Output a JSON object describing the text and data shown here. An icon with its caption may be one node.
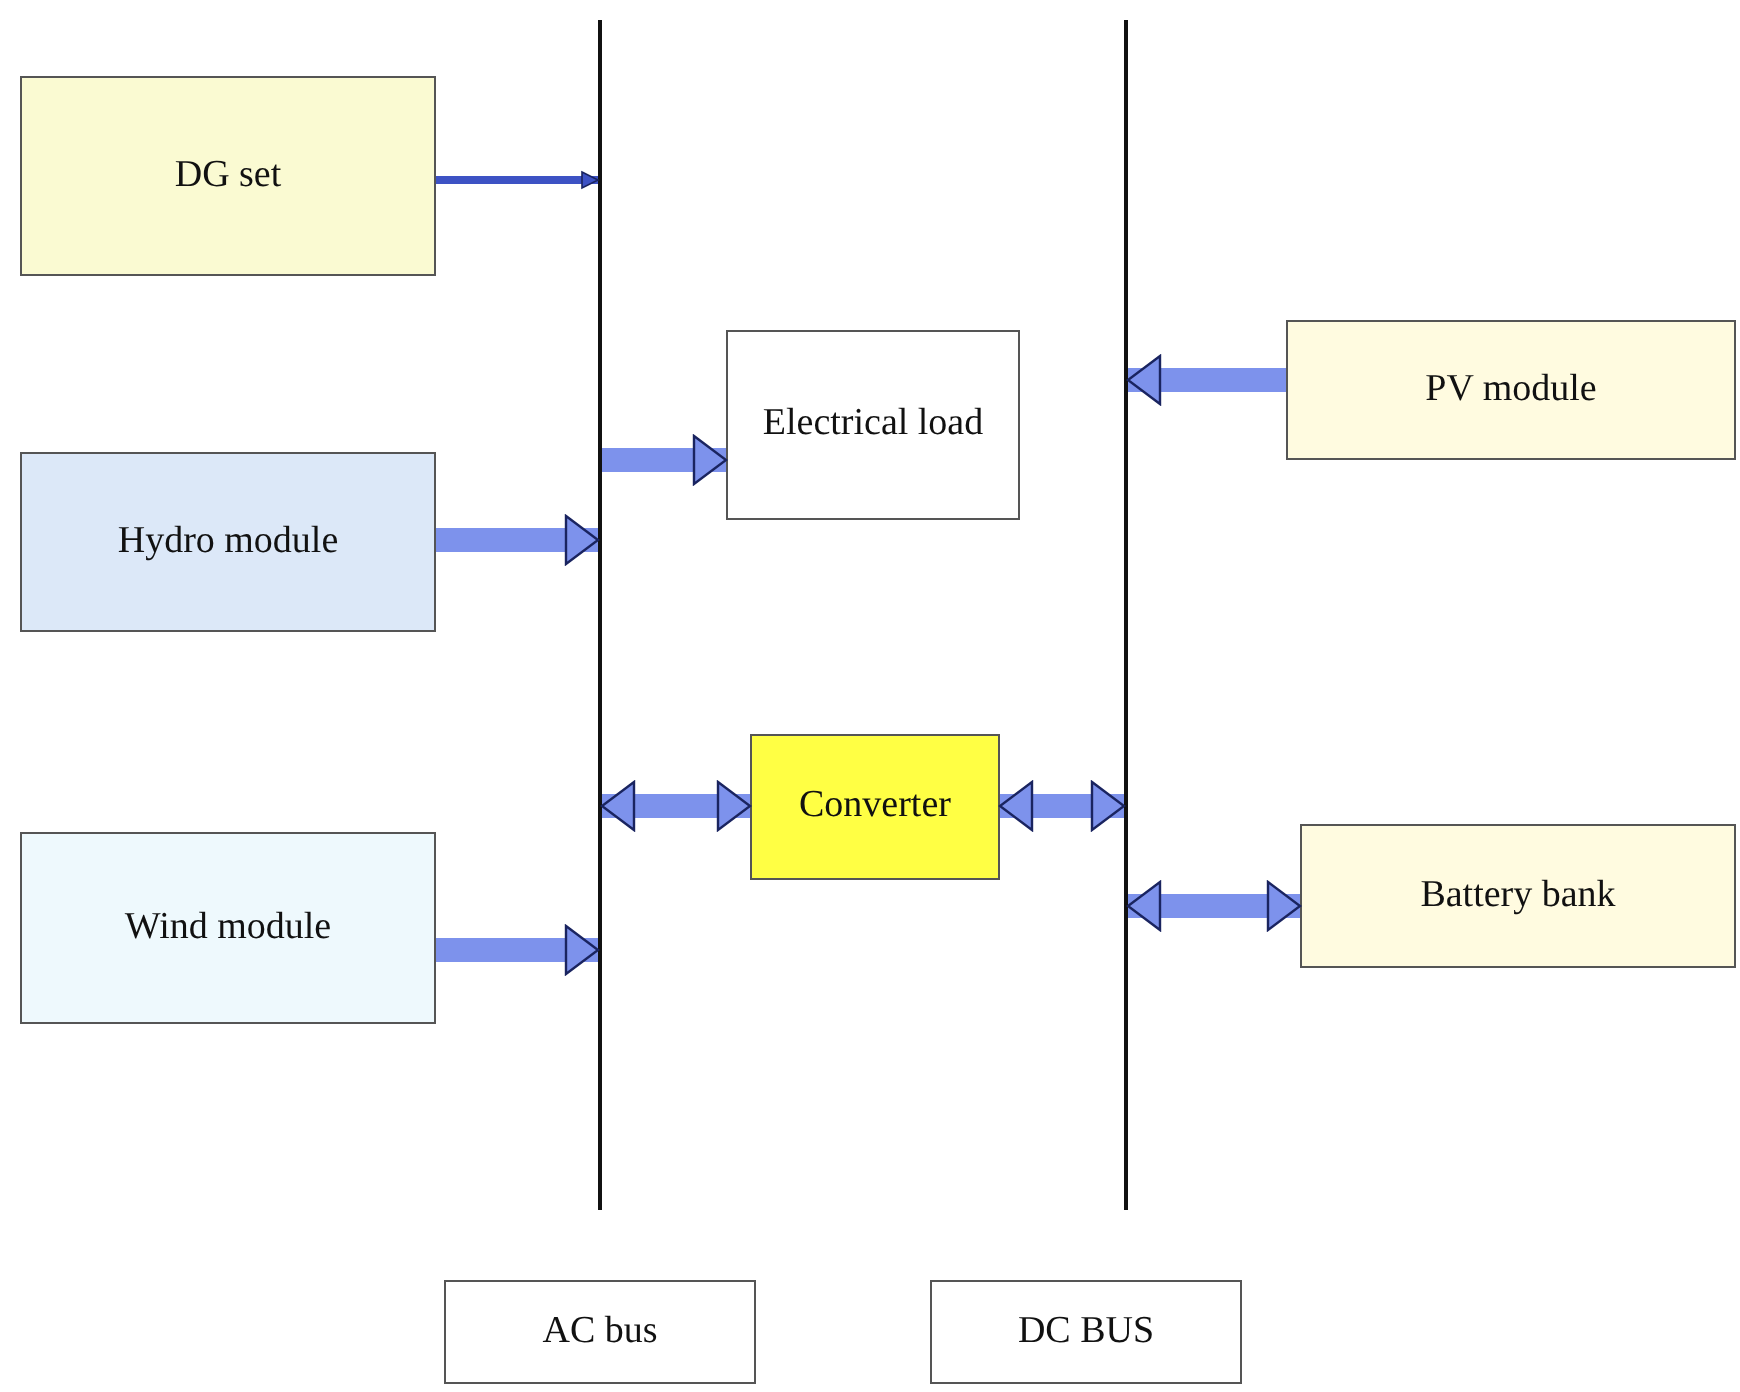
{
  "diagram": {
    "nodes": [
      {
        "text": [
          "DG set"
        ]
      },
      {
        "text": [
          "Hydro module"
        ]
      },
      {
        "text": [
          "Wind module"
        ]
      },
      {
        "text": [],
        "shape": "bar"
      },
      {
        "text": [
          "Electrical load"
        ]
      },
      {
        "text": [
          "Converter"
        ]
      },
      {
        "text": [],
        "shape": "bar"
      },
      {
        "text": [
          "PV module"
        ]
      },
      {
        "text": [
          "Battery bank"
        ]
      },
      {
        "text": [
          "AC bus"
        ]
      },
      {
        "text": [
          "DC BUS"
        ]
      }
    ],
    "edges": [
      {
        "from": 0,
        "to": 3,
        "arrow": "to"
      },
      {
        "from": 3,
        "to": 4,
        "arrow": "to"
      },
      {
        "from": 1,
        "to": 3,
        "arrow": "to"
      },
      {
        "from": 3,
        "to": 5,
        "arrow": "both"
      },
      {
        "from": 5,
        "to": 6,
        "arrow": "both"
      },
      {
        "from": 7,
        "to": 6,
        "arrow": "to"
      },
      {
        "from": 6,
        "to": 8,
        "arrow": "both"
      },
      {
        "from": 2,
        "to": 3,
        "arrow": "to"
      }
    ]
  }
}
